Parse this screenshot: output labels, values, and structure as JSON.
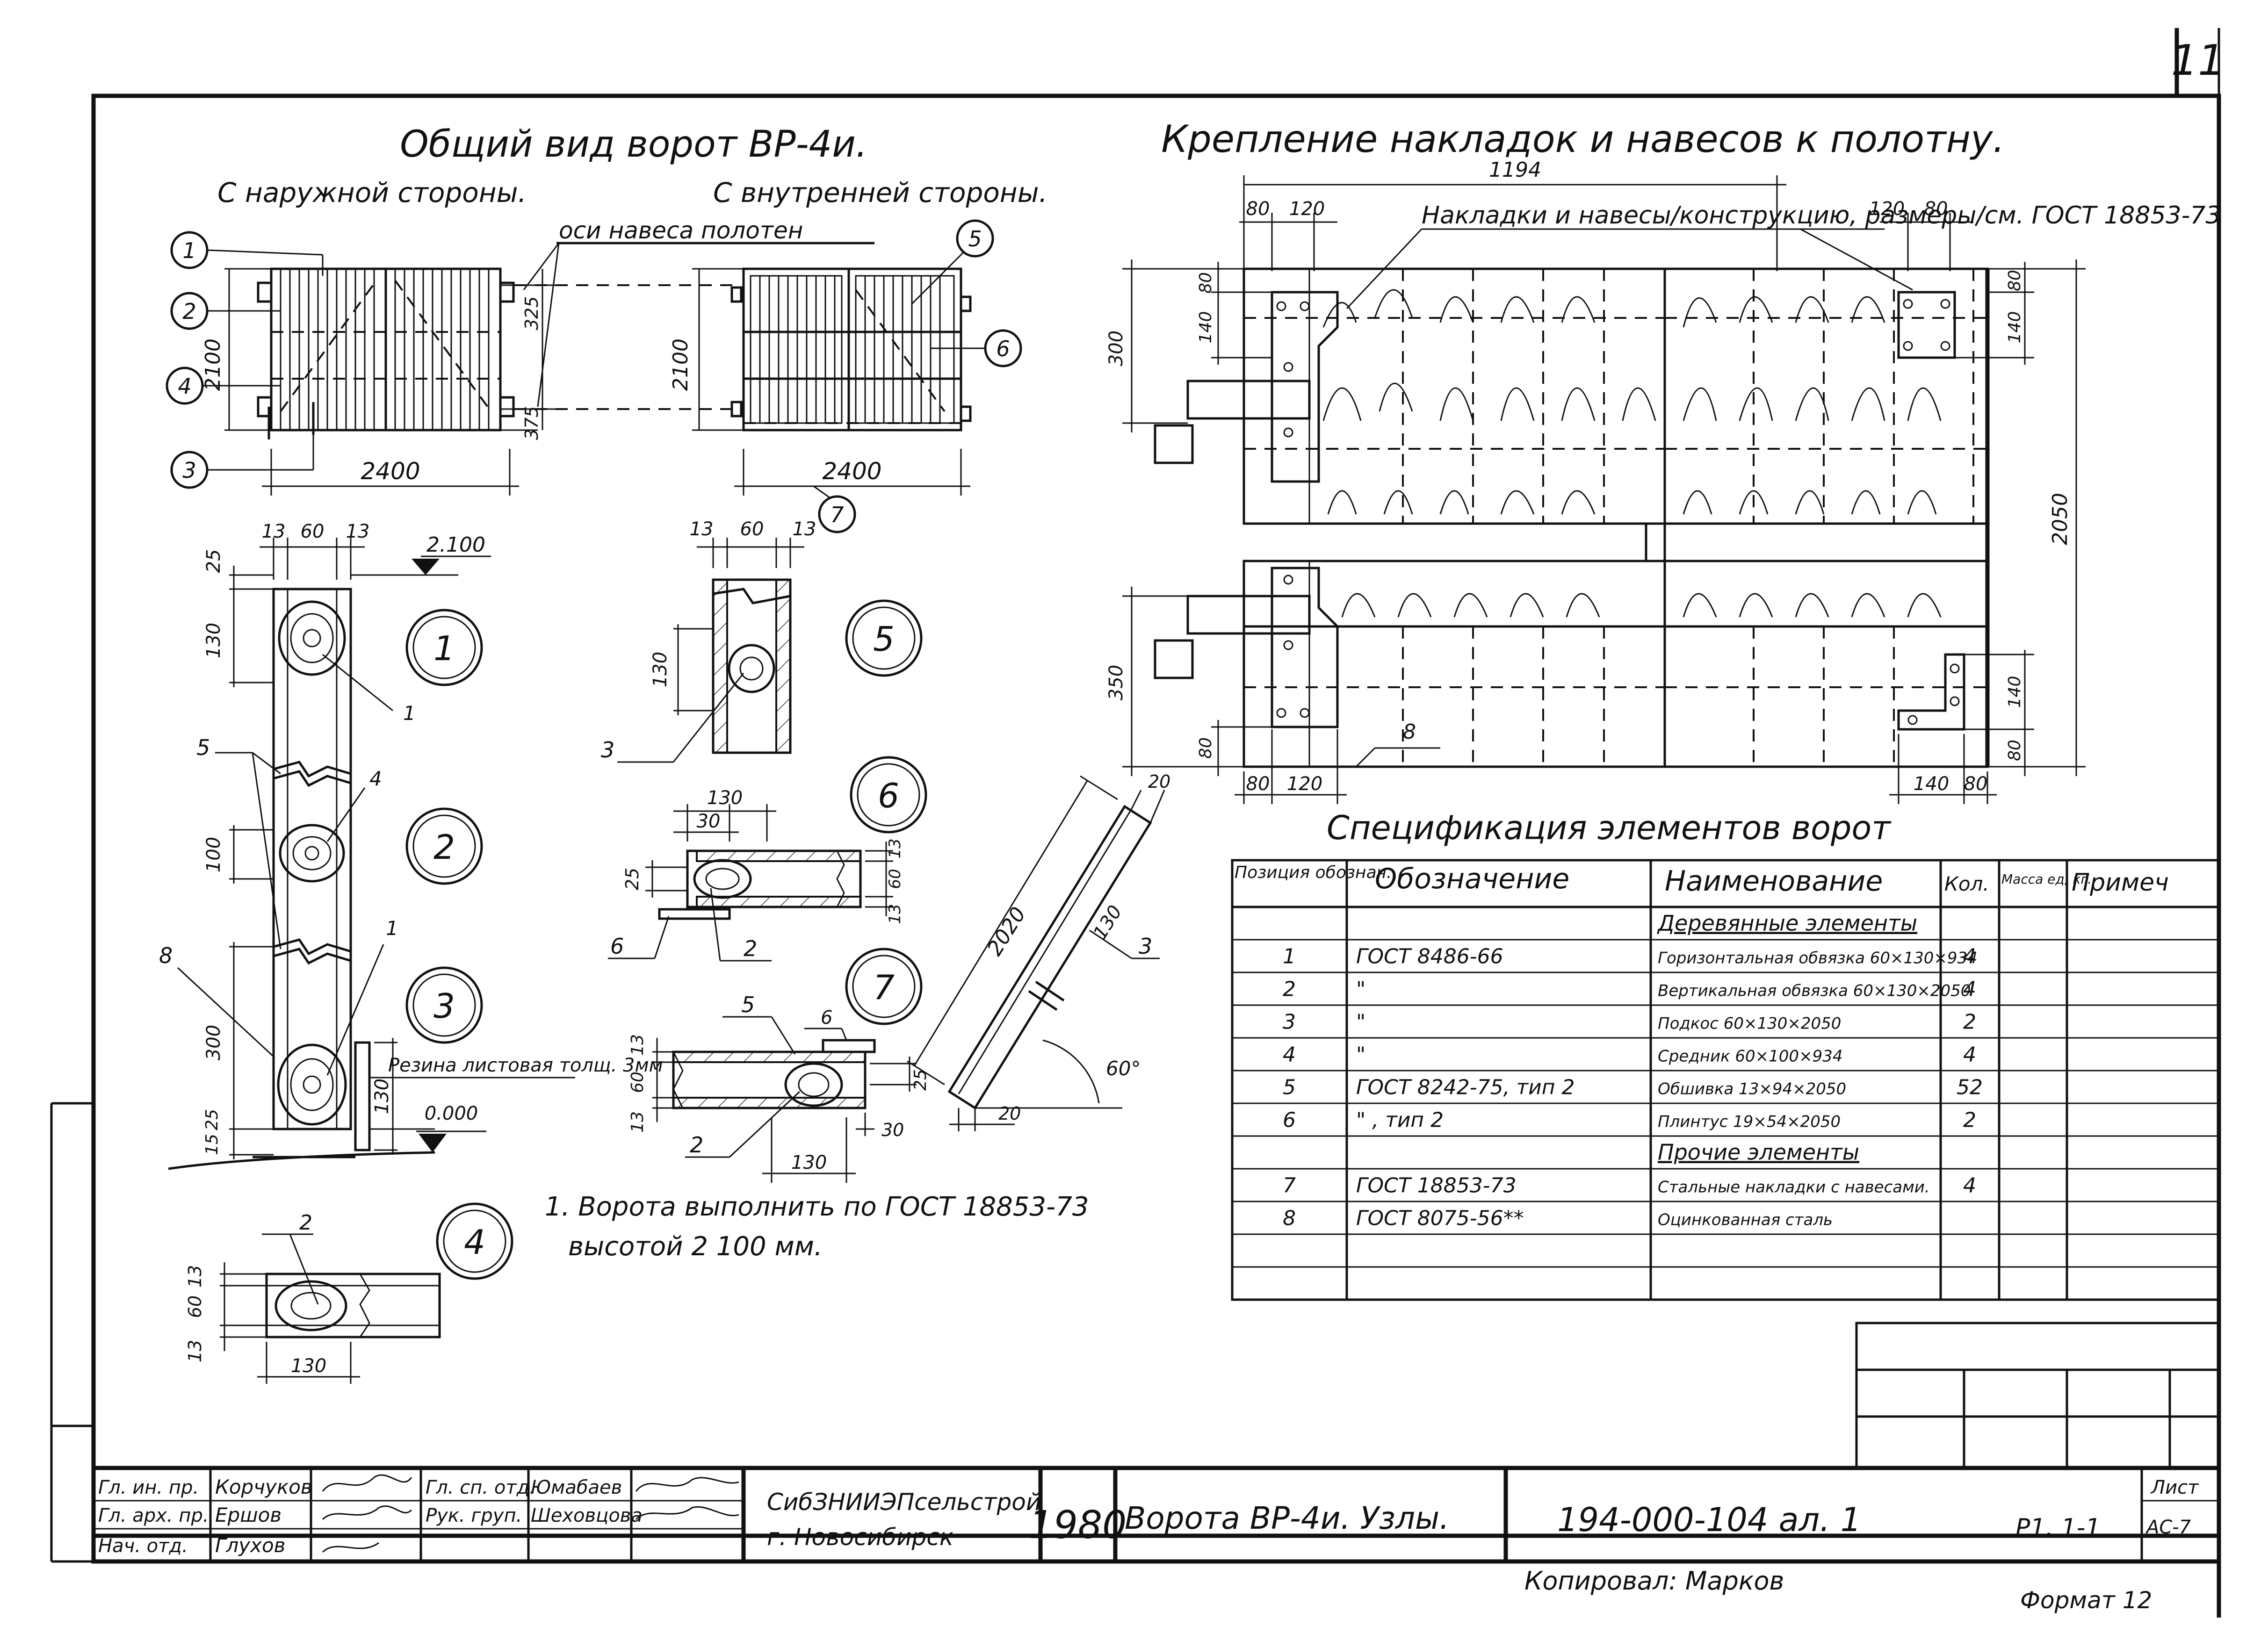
{
  "sheet": {
    "page_number": "11",
    "format_label": "Формат 12",
    "copied_label": "Копировал: Марков"
  },
  "general_view": {
    "title": "Общий вид ворот ВР-4и.",
    "outside_label": "С наружной стороны.",
    "inside_label": "С внутренней стороны.",
    "hinge_axis_label": "оси навеса полотен",
    "dim_width": "2400",
    "dim_height": "2100",
    "dim_top": "325",
    "dim_bottom": "375",
    "callouts_left": [
      "1",
      "2",
      "4",
      "3"
    ],
    "callouts_right": [
      "5",
      "6",
      "7"
    ]
  },
  "attach_view": {
    "title": "Крепление накладок и навесов к полотну.",
    "note_label": "Накладки и навесы/конструкцию, размеры/см. ГОСТ 18853-73",
    "dim_total": "1194",
    "dims_top_left": [
      "80",
      "120"
    ],
    "dims_top_right": [
      "120",
      "80"
    ],
    "dims_left_top": [
      "300",
      "140",
      "80"
    ],
    "dims_right_top": [
      "80",
      "140"
    ],
    "dims_left_bottom": [
      "350",
      "80"
    ],
    "dims_right_bottom": [
      "140",
      "80"
    ],
    "dims_bottom_left": [
      "80",
      "120"
    ],
    "dims_bottom_right": [
      "140",
      "80"
    ],
    "dim_height": "2050",
    "callout_bottom": "8"
  },
  "sections": {
    "s1": {
      "num": "1",
      "dims": [
        "13",
        "60",
        "13"
      ],
      "dim_side": "130",
      "dim_top": "25",
      "level": "2.100",
      "leaders": [
        "1",
        "5"
      ]
    },
    "s2": {
      "num": "2",
      "dim_side": "100",
      "leaders": [
        "4"
      ]
    },
    "s3": {
      "num": "3",
      "dim_side": "300",
      "dims_bottom": [
        "25",
        "15"
      ],
      "dim_right": "130",
      "rubber_label": "Резина листовая толщ. 3мм",
      "level": "0.000",
      "leaders": [
        "8",
        "1"
      ]
    },
    "s4": {
      "num": "4",
      "dims": [
        "13",
        "60",
        "13"
      ],
      "dim_bottom": "130",
      "leaders": [
        "2"
      ]
    },
    "s5": {
      "num": "5",
      "dims": [
        "13",
        "60",
        "13"
      ],
      "dim_side": "130",
      "leaders": [
        "3"
      ]
    },
    "s6": {
      "num": "6",
      "dims": [
        "130",
        "30"
      ],
      "dim_left": "25",
      "dims_right": [
        "13",
        "60",
        "13"
      ],
      "leaders": [
        "6",
        "2"
      ]
    },
    "s7": {
      "num": "7",
      "dims_left": [
        "13",
        "60",
        "13"
      ],
      "dim_right": "25",
      "dims_bottom": [
        "30",
        "130"
      ],
      "leaders": [
        "5",
        "6",
        "2"
      ]
    },
    "brace": {
      "length": "2020",
      "width": "130",
      "tip": "20",
      "tip_bottom": "20",
      "angle": "60°",
      "leader": "3"
    }
  },
  "note": {
    "line1": "1. Ворота выполнить по ГОСТ 18853-73",
    "line2": "высотой 2 100 мм."
  },
  "spec": {
    "title": "Спецификация элементов ворот",
    "headers": [
      "Позиция обознач.",
      "Обозначение",
      "Наименование",
      "Кол.",
      "Масса ед, кг.",
      "Примеч"
    ],
    "rows": [
      {
        "pos": "",
        "code": "",
        "name": "Деревянные элементы",
        "qty": "",
        "section": true
      },
      {
        "pos": "1",
        "code": "ГОСТ 8486-66",
        "name": "Горизонтальная обвязка 60×130×934",
        "qty": "4"
      },
      {
        "pos": "2",
        "code": "\"",
        "name": "Вертикальная обвязка 60×130×2050",
        "qty": "4"
      },
      {
        "pos": "3",
        "code": "\"",
        "name": "Подкос 60×130×2050",
        "qty": "2"
      },
      {
        "pos": "4",
        "code": "\"",
        "name": "Средник 60×100×934",
        "qty": "4"
      },
      {
        "pos": "5",
        "code": "ГОСТ 8242-75, тип 2",
        "name": "Обшивка 13×94×2050",
        "qty": "52"
      },
      {
        "pos": "6",
        "code": "\" , тип 2",
        "name": "Плинтус 19×54×2050",
        "qty": "2"
      },
      {
        "pos": "",
        "code": "",
        "name": "Прочие элементы",
        "qty": "",
        "section": true
      },
      {
        "pos": "7",
        "code": "ГОСТ 18853-73",
        "name": "Стальные накладки с навесами.",
        "qty": "4"
      },
      {
        "pos": "8",
        "code": "ГОСТ 8075-56**",
        "name": "Оцинкованная сталь",
        "qty": ""
      },
      {
        "pos": "",
        "code": "",
        "name": "",
        "qty": ""
      },
      {
        "pos": "",
        "code": "",
        "name": "",
        "qty": ""
      }
    ]
  },
  "title_block": {
    "roles": [
      "Гл. ин. пр.",
      "Гл. арх. пр.",
      "Нач. отд."
    ],
    "names": [
      "Корчуков",
      "Ершов",
      "Глухов"
    ],
    "roles2": [
      "Гл. сп. отд.",
      "Рук. груп."
    ],
    "names2": [
      "Юмабаев",
      "Шеховцова"
    ],
    "org_line1": "СибЗНИИЭПсельстрой",
    "org_line2": "г. Новосибирск",
    "year": "1980",
    "drawing_title": "Ворота ВР-4и. Узлы.",
    "doc_code": "194-000-104 ал. 1",
    "sheet_code": "Р1. 1-1",
    "sheet_label": "Лист",
    "sheet_value": "АС-7"
  }
}
